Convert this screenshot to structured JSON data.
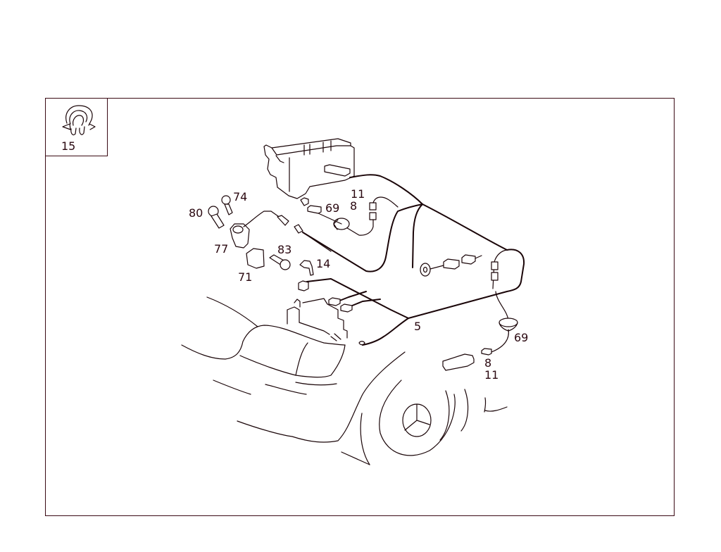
{
  "diagram": {
    "type": "parts-exploded-view",
    "subject": "vehicle front wiring harness with sensors",
    "line_color": "#1a0508",
    "accent_color": "#d0204a",
    "inset": {
      "label": "15",
      "icon": "hose-clip-icon"
    },
    "callouts": [
      {
        "id": "c74",
        "label": "74"
      },
      {
        "id": "c80",
        "label": "80"
      },
      {
        "id": "c77",
        "label": "77"
      },
      {
        "id": "c83",
        "label": "83"
      },
      {
        "id": "c71",
        "label": "71"
      },
      {
        "id": "c14",
        "label": "14"
      },
      {
        "id": "c69a",
        "label": "69"
      },
      {
        "id": "c11a",
        "label": "11"
      },
      {
        "id": "c8a",
        "label": "8"
      },
      {
        "id": "c5",
        "label": "5"
      },
      {
        "id": "c69b",
        "label": "69"
      },
      {
        "id": "c8b",
        "label": "8"
      },
      {
        "id": "c11b",
        "label": "11"
      }
    ]
  }
}
